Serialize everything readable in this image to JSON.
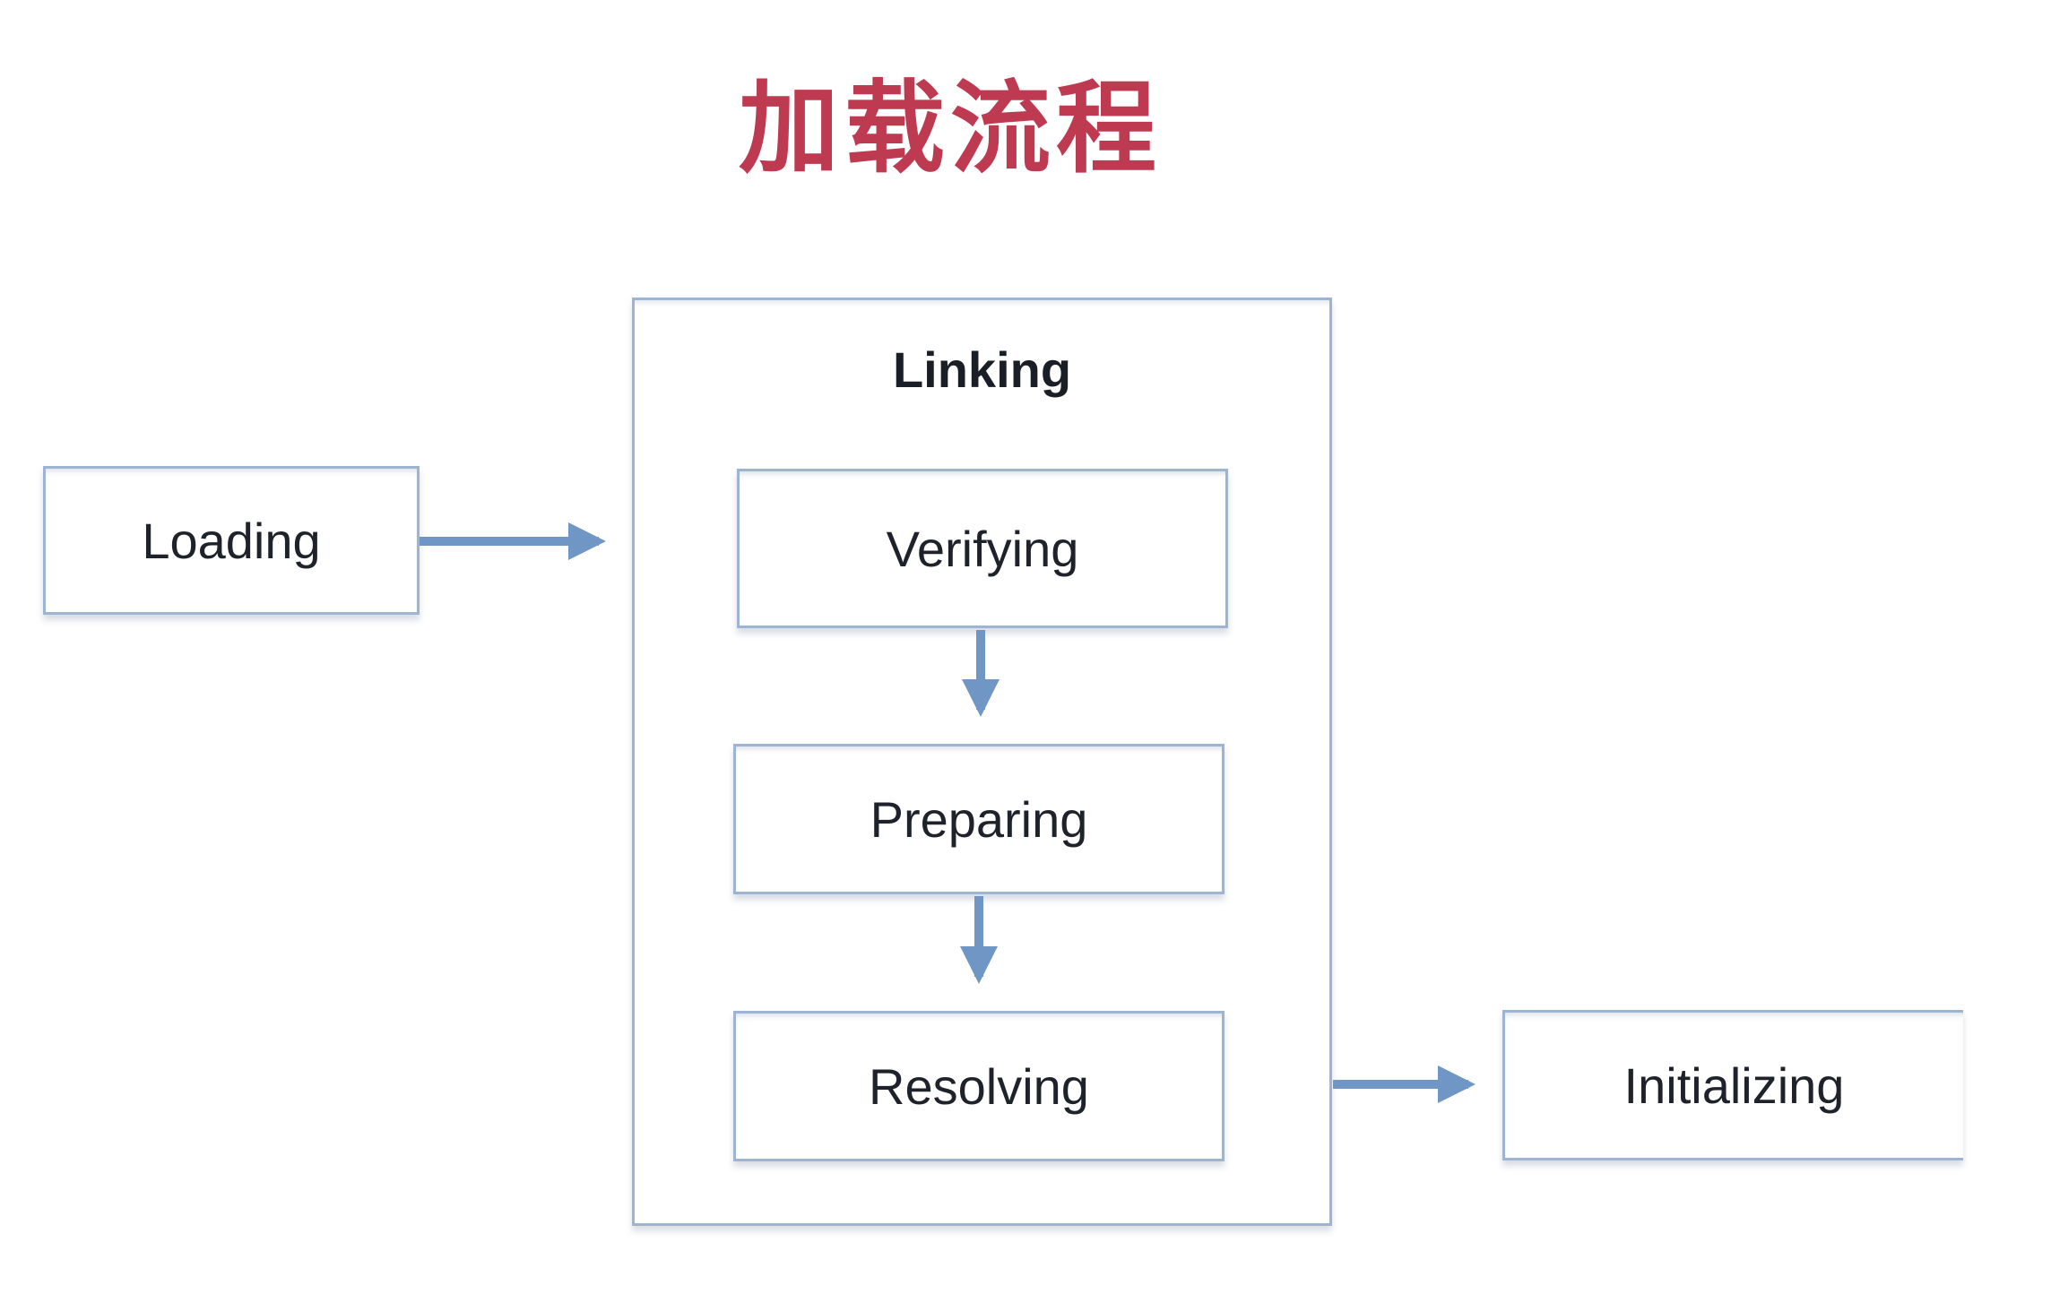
{
  "title": {
    "text": "加载流程",
    "color": "#BE3A50"
  },
  "colors": {
    "box_border": "#9DB4D2",
    "arrow": "#6F96C5",
    "label_text": "#1E222A",
    "title_text": "#BE3A50",
    "background": "#FFFFFF"
  },
  "diagram": {
    "type": "flowchart",
    "nodes": [
      {
        "id": "loading",
        "label": "Loading"
      },
      {
        "id": "linking",
        "label": "Linking",
        "role": "container",
        "children": [
          "verifying",
          "preparing",
          "resolving"
        ]
      },
      {
        "id": "verifying",
        "label": "Verifying"
      },
      {
        "id": "preparing",
        "label": "Preparing"
      },
      {
        "id": "resolving",
        "label": "Resolving"
      },
      {
        "id": "initializing",
        "label": "Initializing",
        "clipped_right_edge": true
      }
    ],
    "edges": [
      {
        "from": "loading",
        "to": "linking",
        "direction": "right"
      },
      {
        "from": "verifying",
        "to": "preparing",
        "direction": "down"
      },
      {
        "from": "preparing",
        "to": "resolving",
        "direction": "down"
      },
      {
        "from": "linking",
        "to": "initializing",
        "direction": "right"
      }
    ]
  }
}
